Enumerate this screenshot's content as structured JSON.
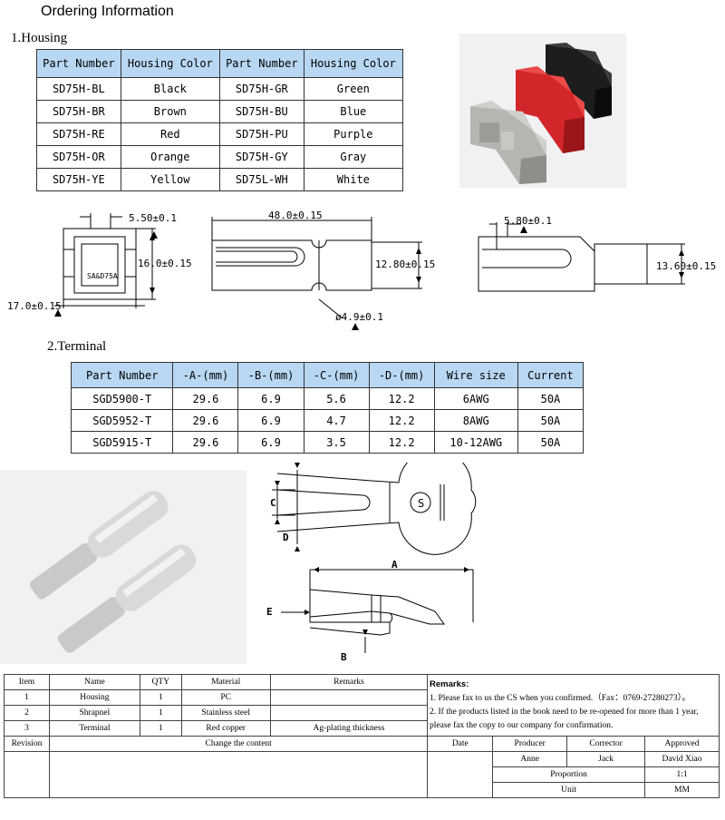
{
  "title": "Ordering Information",
  "housing": {
    "heading": "1.Housing",
    "headers": [
      "Part Number",
      "Housing Color",
      "Part Number",
      "Housing Color"
    ],
    "rows": [
      [
        "SD75H-BL",
        "Black",
        "SD75H-GR",
        "Green"
      ],
      [
        "SD75H-BR",
        "Brown",
        "SD75H-BU",
        "Blue"
      ],
      [
        "SD75H-RE",
        "Red",
        "SD75H-PU",
        "Purple"
      ],
      [
        "SD75H-OR",
        "Orange",
        "SD75H-GY",
        "Gray"
      ],
      [
        "SD75H-YE",
        "Yellow",
        "SD75L-WH",
        "White"
      ]
    ]
  },
  "housing_dims": {
    "d1": "5.50±0.1",
    "d2": "16.0±0.15",
    "d3": "17.0±0.15",
    "mark": "SA&D75A",
    "d4": "48.0±0.15",
    "d5": "12.80±0.15",
    "d6": "ø4.9±0.1",
    "d7": "5.80±0.1",
    "d8": "13.60±0.15"
  },
  "terminal": {
    "heading": "2.Terminal",
    "headers": [
      "Part Number",
      "-A-(mm)",
      "-B-(mm)",
      "-C-(mm)",
      "-D-(mm)",
      "Wire size",
      "Current"
    ],
    "rows": [
      [
        "SGD5900-T",
        "29.6",
        "6.9",
        "5.6",
        "12.2",
        "6AWG",
        "50A"
      ],
      [
        "SGD5952-T",
        "29.6",
        "6.9",
        "4.7",
        "12.2",
        "8AWG",
        "50A"
      ],
      [
        "SGD5915-T",
        "29.6",
        "6.9",
        "3.5",
        "12.2",
        "10-12AWG",
        "50A"
      ]
    ]
  },
  "terminal_dims": {
    "A": "A",
    "B": "B",
    "C": "C",
    "D": "D",
    "E": "E",
    "logo": "S"
  },
  "bom": {
    "headers": [
      "Item",
      "Name",
      "QTY",
      "Material",
      "Remarks"
    ],
    "rows": [
      [
        "1",
        "Housing",
        "1",
        "PC",
        ""
      ],
      [
        "2",
        "Shrapnel",
        "1",
        "Stainless steel",
        ""
      ],
      [
        "3",
        "Terminal",
        "1",
        "Red copper",
        "Ag-plating thickness"
      ]
    ],
    "remarks_title": "Remarks:",
    "remark1": "1. Please fax to us the CS when you confirmed.（Fax：0769-27280273）。",
    "remark2": "2. If the products listed in the book need to be re-opened for more than 1 year, please fax the copy to our company for confirmation.",
    "revision": "Revision",
    "change": "Change the content",
    "date": "Date",
    "producer": "Producer",
    "corrector": "Corrector",
    "approved": "Approved",
    "producer_name": "Anne",
    "corrector_name": "Jack",
    "approved_name": "David Xiao",
    "proportion_label": "Proportion",
    "proportion_value": "1:1",
    "unit_label": "Unit",
    "unit_value": "MM"
  },
  "colors": {
    "table_header": "#b8d7f2",
    "red": "#d8282a",
    "gray": "#b7b7b3",
    "black": "#1a1a1a"
  }
}
